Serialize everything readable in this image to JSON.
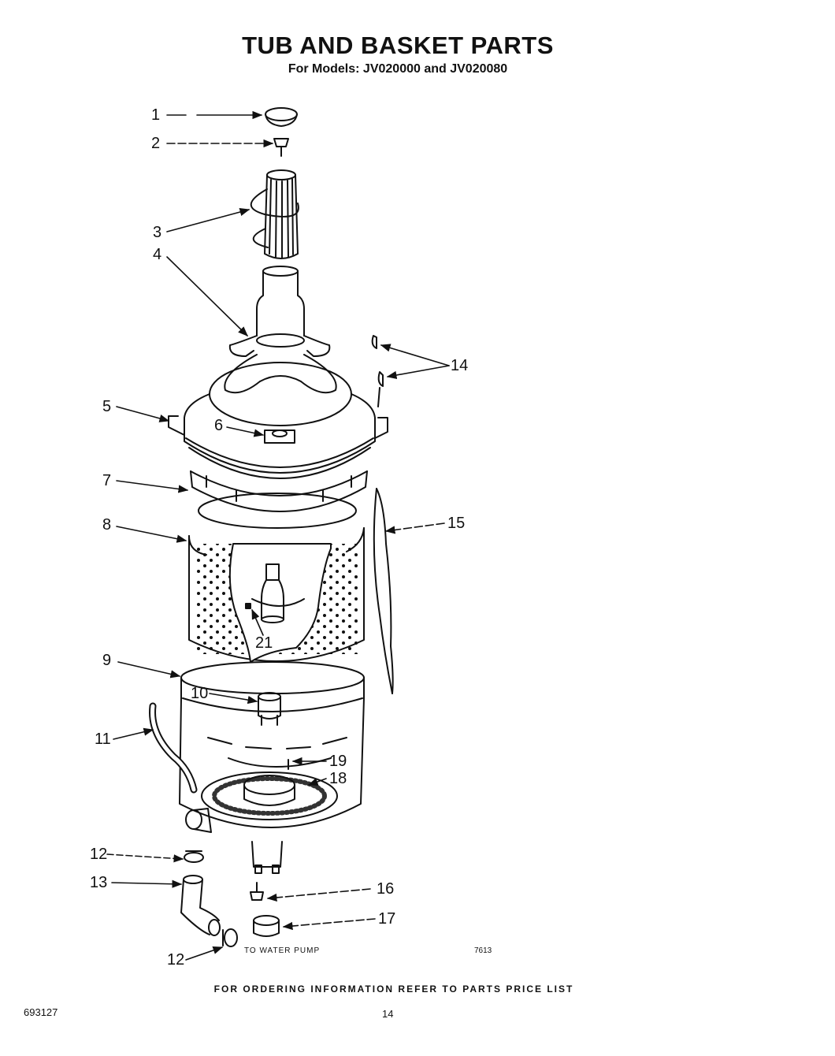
{
  "header": {
    "title": "TUB AND BASKET PARTS",
    "subtitle": "For Models: JV020000 and JV020080"
  },
  "callouts": [
    "1",
    "2",
    "3",
    "4",
    "5",
    "6",
    "7",
    "8",
    "21",
    "9",
    "10",
    "11",
    "19",
    "18",
    "12",
    "13",
    "12",
    "14",
    "15",
    "16",
    "17"
  ],
  "drawing_number": "7613",
  "to_water_pump": "TO WATER PUMP",
  "footer": {
    "ordering_note": "FOR ORDERING INFORMATION REFER TO PARTS PRICE LIST",
    "doc_number": "693127",
    "page_number": "14"
  }
}
